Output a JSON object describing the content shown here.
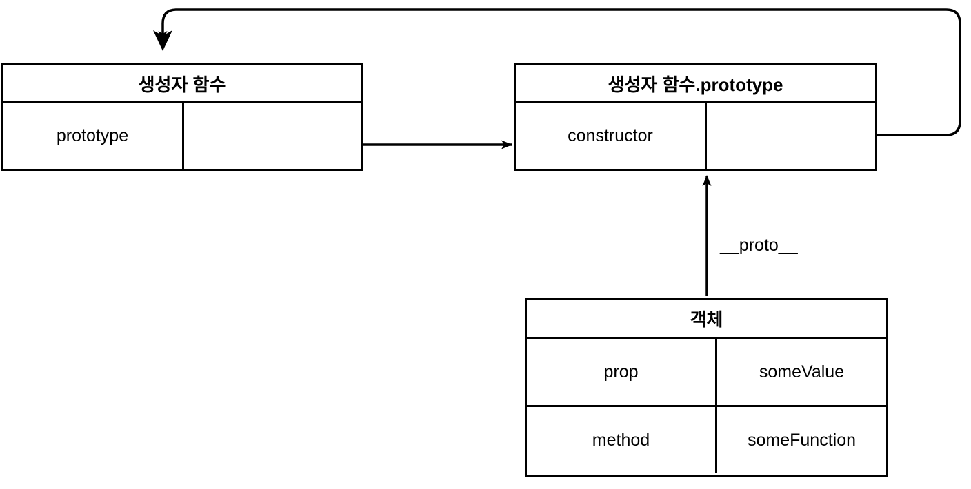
{
  "diagram": {
    "title": "JavaScript prototype relationship diagram",
    "stroke_color": "#000000",
    "background_color": "#ffffff",
    "boxes": [
      {
        "id": "constructor-function",
        "header": "생성자 함수",
        "rows": [
          {
            "key": "prototype",
            "value": ""
          }
        ]
      },
      {
        "id": "constructor-function-prototype",
        "header": "생성자 함수.prototype",
        "rows": [
          {
            "key": "constructor",
            "value": ""
          }
        ]
      },
      {
        "id": "object-instance",
        "header": "객체",
        "rows": [
          {
            "key": "prop",
            "value": "someValue"
          },
          {
            "key": "method",
            "value": "someFunction"
          }
        ]
      }
    ],
    "edges": [
      {
        "id": "prototype-to-prototype-object",
        "label": "",
        "from": "constructor-function.prototype",
        "to": "constructor-function-prototype"
      },
      {
        "id": "constructor-back-to-function",
        "label": "",
        "from": "constructor-function-prototype.constructor",
        "to": "constructor-function"
      },
      {
        "id": "object-proto-link",
        "label": "__proto__",
        "from": "object-instance",
        "to": "constructor-function-prototype"
      }
    ]
  }
}
